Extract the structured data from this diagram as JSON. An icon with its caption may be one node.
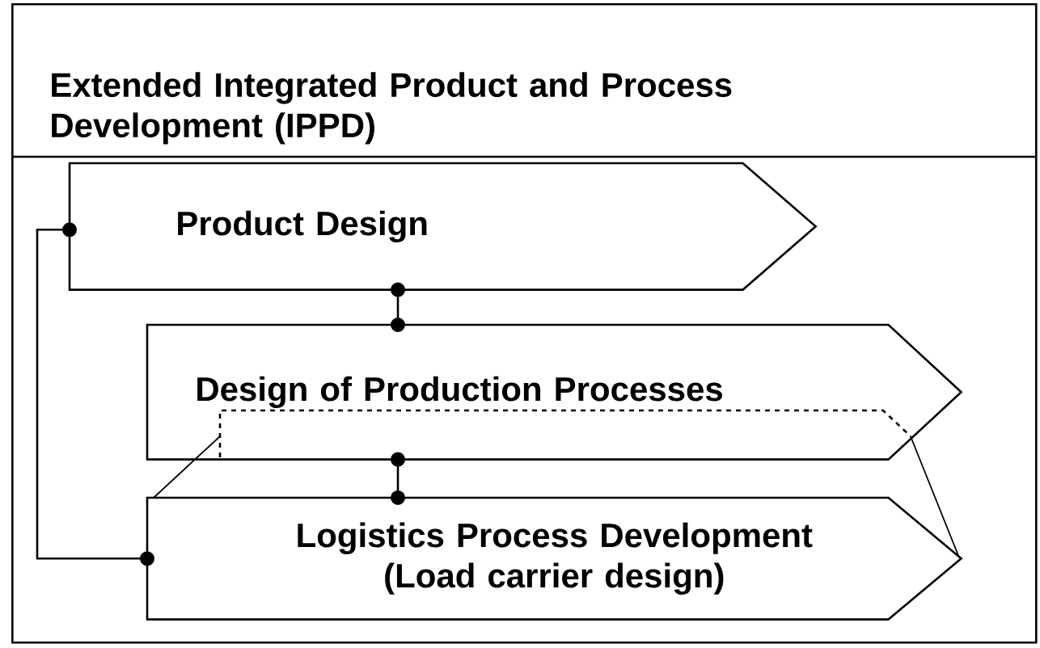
{
  "diagram": {
    "nodes": [
      {
        "text": [
          "Extended Integrated Product and Process Development (IPPD)"
        ]
      },
      {
        "text": [
          "Product Design"
        ],
        "in": 0
      },
      {
        "text": [
          "Design of Production Processes"
        ],
        "in": 0
      },
      {
        "text": [
          "Logistics Process Development (Load carrier design)"
        ],
        "in": 0
      }
    ],
    "edges": [
      {
        "from": 1,
        "to": 2,
        "arrow": "other"
      },
      {
        "from": 2,
        "to": 3,
        "arrow": "other"
      },
      {
        "from": 1,
        "to": 3,
        "arrow": "other"
      }
    ]
  }
}
